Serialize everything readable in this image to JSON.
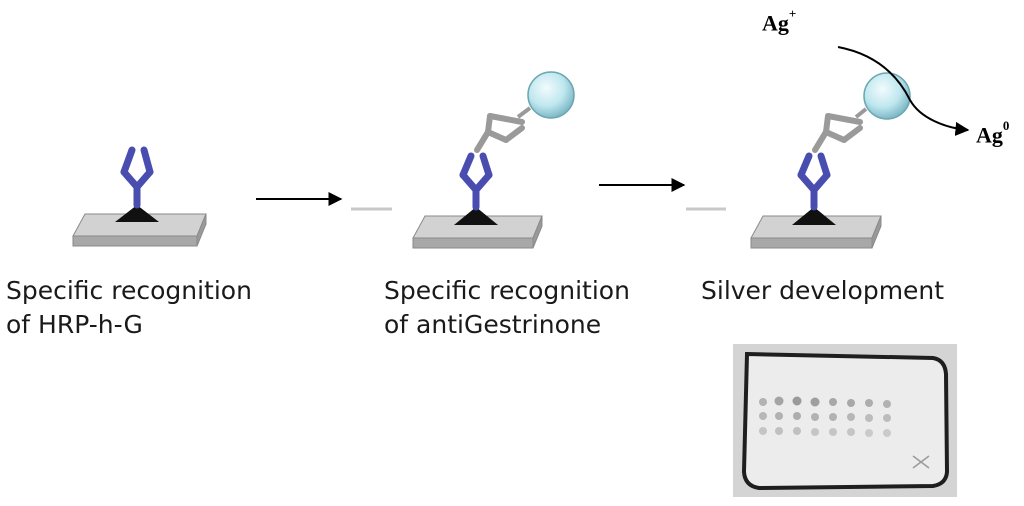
{
  "colors": {
    "antibody_primary": "#4a4db0",
    "antibody_secondary": "#d0d0d0",
    "bead": "#bfe7ef",
    "substrate": "#c6c6c6",
    "antigen": "#111111"
  },
  "steps": [
    {
      "label_line1": "Specific recognition",
      "label_line2": "of HRP-h-G"
    },
    {
      "label_line1": "Specific recognition",
      "label_line2": "of antiGestrinone"
    },
    {
      "label_line1": "Silver development",
      "label_line2": ""
    }
  ],
  "ions": {
    "ag_plus_base": "Ag",
    "ag_plus_sup": "+",
    "ag_zero_base": "Ag",
    "ag_zero_sup": "0"
  }
}
